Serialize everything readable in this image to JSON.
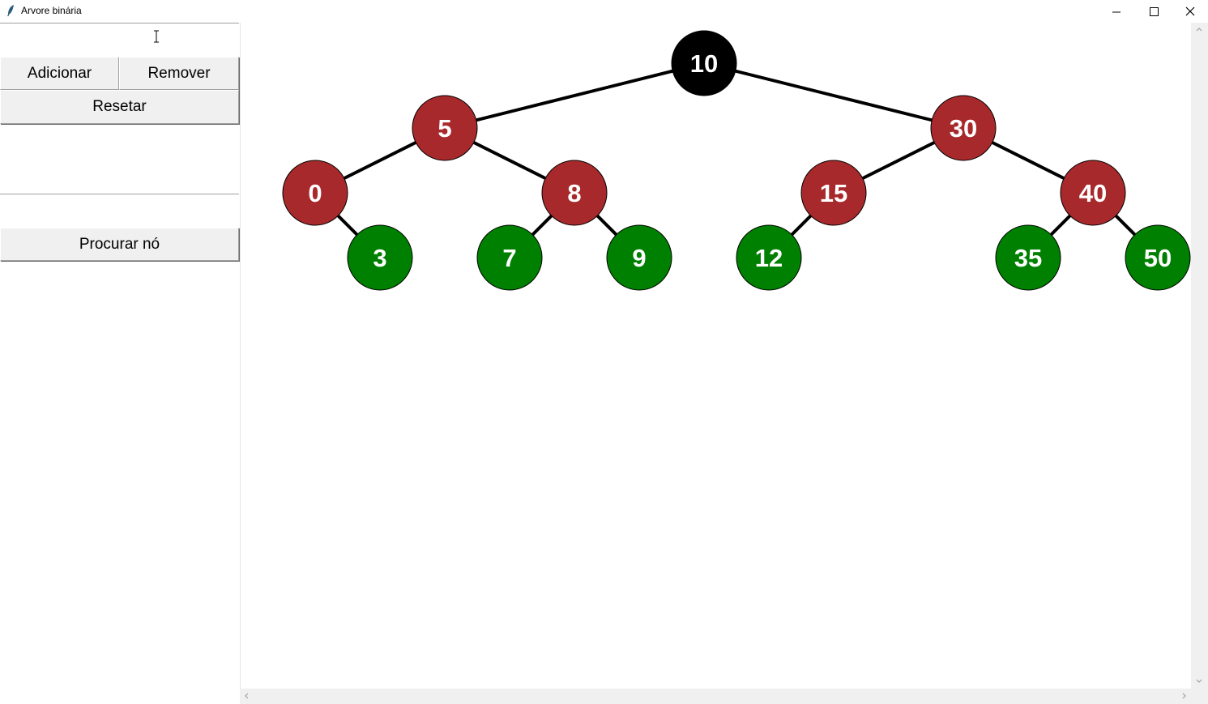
{
  "window": {
    "title": "Arvore binária"
  },
  "controls": {
    "value_input": "",
    "add_label": "Adicionar",
    "remove_label": "Remover",
    "reset_label": "Resetar",
    "search_input": "",
    "search_label": "Procurar nó"
  },
  "colors": {
    "root": "#000000",
    "red": "#a8292b",
    "green": "#008000",
    "edge": "#000000",
    "node_text": "#ffffff"
  },
  "tree": {
    "nodes": [
      {
        "id": "n10",
        "label": "10",
        "color": "root"
      },
      {
        "id": "n5",
        "label": "5",
        "color": "red"
      },
      {
        "id": "n30",
        "label": "30",
        "color": "red"
      },
      {
        "id": "n0",
        "label": "0",
        "color": "red"
      },
      {
        "id": "n8",
        "label": "8",
        "color": "red"
      },
      {
        "id": "n15",
        "label": "15",
        "color": "red"
      },
      {
        "id": "n40",
        "label": "40",
        "color": "red"
      },
      {
        "id": "n3",
        "label": "3",
        "color": "green"
      },
      {
        "id": "n7",
        "label": "7",
        "color": "green"
      },
      {
        "id": "n9",
        "label": "9",
        "color": "green"
      },
      {
        "id": "n12",
        "label": "12",
        "color": "green"
      },
      {
        "id": "n35",
        "label": "35",
        "color": "green"
      },
      {
        "id": "n50",
        "label": "50",
        "color": "green"
      }
    ],
    "edges": [
      [
        "n10",
        "n5"
      ],
      [
        "n10",
        "n30"
      ],
      [
        "n5",
        "n0"
      ],
      [
        "n5",
        "n8"
      ],
      [
        "n0",
        "n3"
      ],
      [
        "n8",
        "n7"
      ],
      [
        "n8",
        "n9"
      ],
      [
        "n30",
        "n15"
      ],
      [
        "n30",
        "n40"
      ],
      [
        "n15",
        "n12"
      ],
      [
        "n40",
        "n35"
      ],
      [
        "n40",
        "n50"
      ]
    ]
  }
}
